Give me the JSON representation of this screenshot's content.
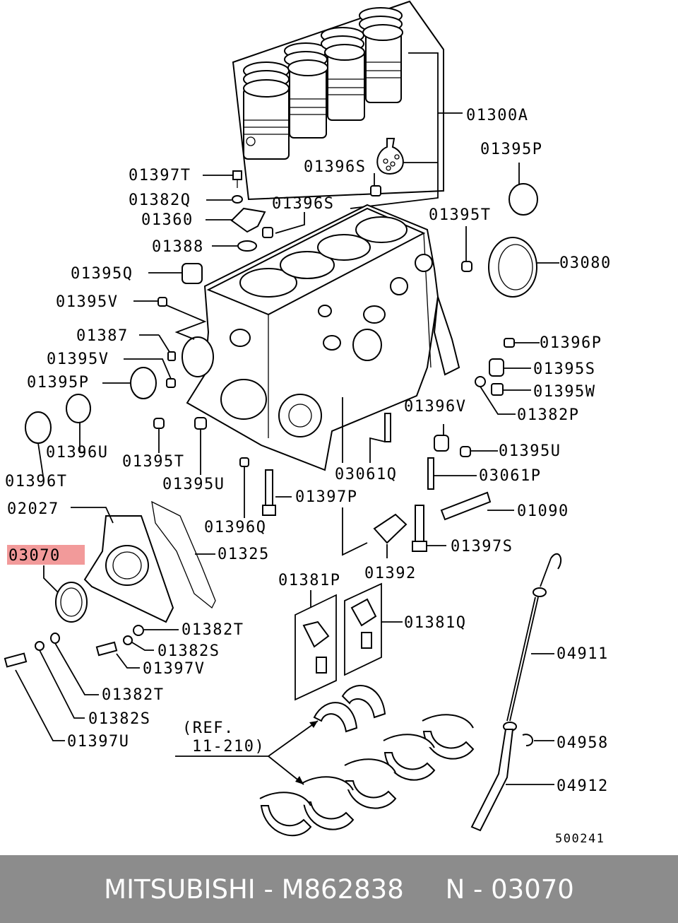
{
  "labels": {
    "p01300A": "01300A",
    "p01395P_top": "01395P",
    "p01397T": "01397T",
    "p01396S_a": "01396S",
    "p01382Q": "01382Q",
    "p01396S_b": "01396S",
    "p01360": "01360",
    "p01395T_a": "01395T",
    "p01388": "01388",
    "p03080": "03080",
    "p01395Q": "01395Q",
    "p01395V_a": "01395V",
    "p01387": "01387",
    "p01396P": "01396P",
    "p01395V_b": "01395V",
    "p01395S": "01395S",
    "p01395P_left": "01395P",
    "p01395W": "01395W",
    "p01382P": "01382P",
    "p01396V": "01396V",
    "p01396U": "01396U",
    "p01395U_a": "01395U",
    "p01395T_b": "01395T",
    "p03061Q": "03061Q",
    "p01396T": "01396T",
    "p03061P": "03061P",
    "p01395U_b": "01395U",
    "p01397P": "01397P",
    "p02027": "02027",
    "p01090": "01090",
    "p01396Q": "01396Q",
    "p01325": "01325",
    "p03070": "03070",
    "p01397S": "01397S",
    "p01392": "01392",
    "p01381P": "01381P",
    "p01382T_a": "01382T",
    "p01381Q": "01381Q",
    "p01382S_a": "01382S",
    "p04911": "04911",
    "p01397V": "01397V",
    "p01382T_b": "01382T",
    "p01382S_b": "01382S",
    "p01397U": "01397U",
    "ref_line1": "(REF.",
    "ref_line2": "11-210)",
    "p04958": "04958",
    "p04912": "04912",
    "diagram_id": "500241"
  },
  "highlight_color": "#f29a9a",
  "footer": {
    "brand": "MITSUBISHI",
    "separator1": " - ",
    "part_number": "M862838",
    "gap": "     ",
    "n_prefix": "N - ",
    "n_number": "03070"
  }
}
